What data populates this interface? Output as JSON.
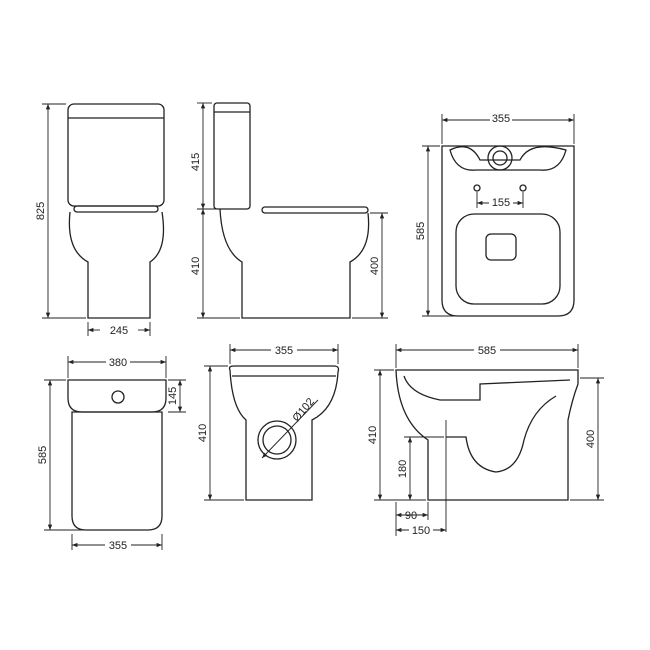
{
  "front_view": {
    "height": "825",
    "base_width": "245"
  },
  "side_view": {
    "cistern_height": "415",
    "pan_height": "410",
    "seat_height": "400"
  },
  "plan_view": {
    "width": "355",
    "depth": "585",
    "fixing_centres": "155"
  },
  "cistern_top_view": {
    "width_top": "380",
    "cistern_depth": "145",
    "depth": "585",
    "width_bottom": "355"
  },
  "rear_view": {
    "width": "355",
    "height": "410",
    "outlet_diameter": "Ø102"
  },
  "section_view": {
    "depth": "585",
    "height": "410",
    "seat_height": "400",
    "outlet_height": "180",
    "outlet_offset_a": "90",
    "outlet_offset_b": "150"
  },
  "colors": {
    "line": "#222222",
    "background": "#ffffff"
  }
}
